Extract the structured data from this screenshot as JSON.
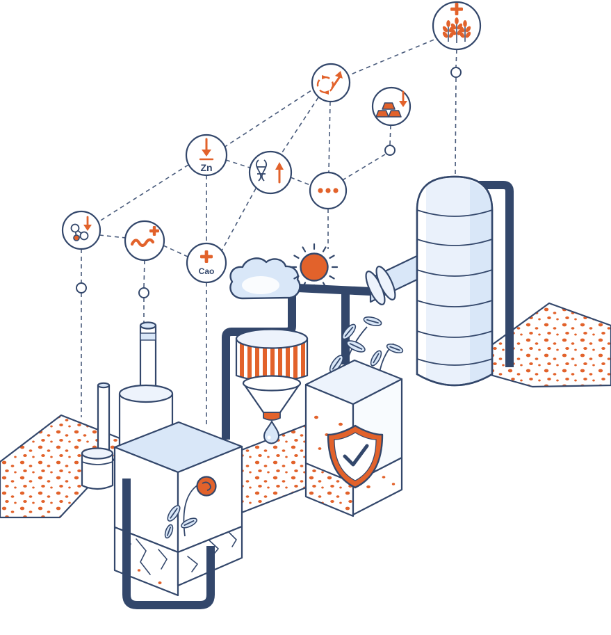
{
  "colors": {
    "navy": "#33476B",
    "orange": "#E2622B",
    "light_blue": "#D9E7F8",
    "pale_blue": "#EDF3FC",
    "white": "#FFFFFF"
  },
  "nodes": {
    "crop": {
      "icon": "wheat-plus-icon"
    },
    "cycle": {
      "icon": "recycle-up-arrow-icon"
    },
    "minerals": {
      "icon": "gold-bars-down-arrow-icon"
    },
    "zinc": {
      "icon": "zinc-down-arrow-icon",
      "label": "Zn"
    },
    "dna": {
      "icon": "dna-up-arrow-icon"
    },
    "more": {
      "icon": "ellipsis-icon"
    },
    "molecule": {
      "icon": "molecule-down-arrow-icon"
    },
    "worm": {
      "icon": "worm-plus-icon"
    },
    "calcium": {
      "icon": "calcium-plus-icon",
      "label": "Cao"
    }
  },
  "scene": {
    "elements": [
      "sun-icon",
      "cloud-icon",
      "storage-tank-icon",
      "tank-outlet-pipe",
      "pipe-network",
      "feed-pipe",
      "funnel-icon",
      "water-drop-icon",
      "leaf-sprigs-icon",
      "shield-check-icon",
      "factory-icon",
      "chimney-icon",
      "wilted-flower-icon",
      "small-silo-icon",
      "left-terrain-dotted",
      "right-terrain-dotted",
      "dotted-soil-strip",
      "cracked-soil",
      "drain-pipe"
    ]
  }
}
